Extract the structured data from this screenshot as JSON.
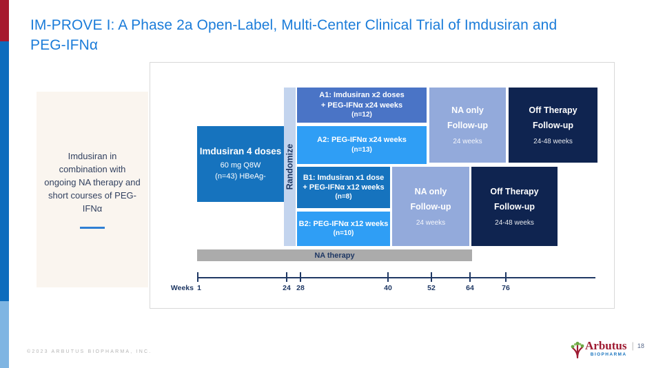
{
  "slide": {
    "title": "IM-PROVE I: A Phase 2a Open-Label, Multi-Center Clinical Trial of Imdusiran and PEG-IFNα",
    "footer_copyright": "©2023 ARBUTUS BIOPHARMA, INC.",
    "page_number": "18",
    "logo": {
      "name": "Arbutus",
      "sub": "BIOPHARMA",
      "separator": "|"
    }
  },
  "summary_panel": {
    "text": "Imdusiran in combination with ongoing NA therapy and short courses of PEG-IFNα"
  },
  "diagram": {
    "lead_in": {
      "title": "Imdusiran 4 doses",
      "line2": "60 mg Q8W",
      "line3": "(n=43) HBeAg-"
    },
    "randomize_label": "Randomize",
    "arms": [
      {
        "id": "A1",
        "line1": "A1: Imdusiran x2 doses",
        "line2": "+ PEG-IFNα x24 weeks",
        "n": "(n=12)"
      },
      {
        "id": "A2",
        "line1": "A2: PEG-IFNα x24 weeks",
        "n": "(n=13)"
      },
      {
        "id": "B1",
        "line1": "B1: Imdusiran x1 dose",
        "line2": "+ PEG-IFNα x12 weeks",
        "n": "(n=8)"
      },
      {
        "id": "B2",
        "line1": "B2: PEG-IFNα x12 weeks",
        "n": "(n=10)"
      }
    ],
    "followups": {
      "na_top": {
        "line1": "NA only",
        "line2": "Follow-up",
        "sub": "24 weeks"
      },
      "off_top": {
        "line1": "Off Therapy",
        "line2": "Follow-up",
        "sub": "24-48 weeks"
      },
      "na_bottom": {
        "line1": "NA only",
        "line2": "Follow-up",
        "sub": "24 weeks"
      },
      "off_bottom": {
        "line1": "Off Therapy",
        "line2": "Follow-up",
        "sub": "24-48 weeks"
      }
    },
    "na_therapy_label": "NA therapy",
    "timeline": {
      "axis_label": "Weeks",
      "ticks": [
        "1",
        "24",
        "28",
        "40",
        "52",
        "64",
        "76"
      ]
    }
  },
  "colors": {
    "title_blue": "#1b7cd9",
    "accent_red": "#a6192e",
    "accent_blue": "#0d6cbd",
    "accent_light_blue": "#7fb5e2",
    "summary_bg": "#faf5ef",
    "arm_dark_blue": "#1673be",
    "arm_slate_blue": "#4a74c6",
    "arm_bright_blue": "#2f9ef5",
    "followup_periwinkle": "#93aadb",
    "followup_navy": "#0f2450",
    "randomize_col": "#c3d4ee",
    "na_bar_gray": "#ababab",
    "navy_text": "#1f3864"
  }
}
